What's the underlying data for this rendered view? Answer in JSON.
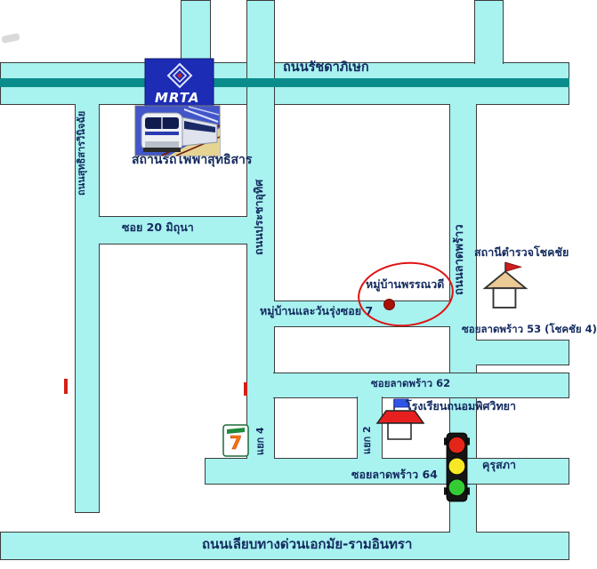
{
  "roads": {
    "ratchadaphisek": "ถนนรัชดาภิเษก",
    "sutthisan_winitchai": "ถนนสุทธิสารวินิจฉัย",
    "pracha_uthit": "ถนนประชาอุทิศ",
    "lat_phrao": "ถนนลาดพร้าว",
    "soi_20_mithuna": "ซอย 20 มิถุนา",
    "muban_wanrung_soi7": "หมู่บ้านและวันรุ่งซอย 7",
    "soi_lat_phrao_53": "ซอยลาดพร้าว 53 (โชคชัย 4)",
    "soi_lat_phrao_62": "ซอยลาดพร้าว 62",
    "soi_lat_phrao_64": "ซอยลาดพร้าว 64",
    "yaek_4": "แยก 4",
    "yaek_2": "แยก 2",
    "liap_expressway": "ถนนเลียบทางด่วนเอกมัย-รามอินทรา"
  },
  "landmarks": {
    "mrta_station": "สถานีรถไฟฟ้าสุทธิสาร",
    "mrta_logo": "MRTA",
    "phannawadee": "หมู่บ้านพรรณวดี",
    "police_chokchai": "สถานีตำรวจโชคชัย",
    "school_thanompit": "โรงเรียนถนอมพิศวิทยา",
    "kurusapha": "คุรุสภา",
    "seven_eleven": "7"
  },
  "icons": {
    "mrta_logo": "mrta-diamond-logo",
    "train_photo": "metro-train-photo",
    "police_house": "house-with-red-flag",
    "school_building": "building-with-red-roof-and-blue-flag",
    "seven_eleven_sign": "7-eleven-sign",
    "traffic_light": "traffic-light-red-yellow-green",
    "red_circle": "red-highlight-ellipse",
    "red_dot": "red-location-dot"
  },
  "colors": {
    "road": "#a8f2f0",
    "mrt_line": "#0a8c8c",
    "label_text": "#132a5e",
    "highlight_red": "#e01111",
    "mrta_blue": "#1d2cb5"
  }
}
